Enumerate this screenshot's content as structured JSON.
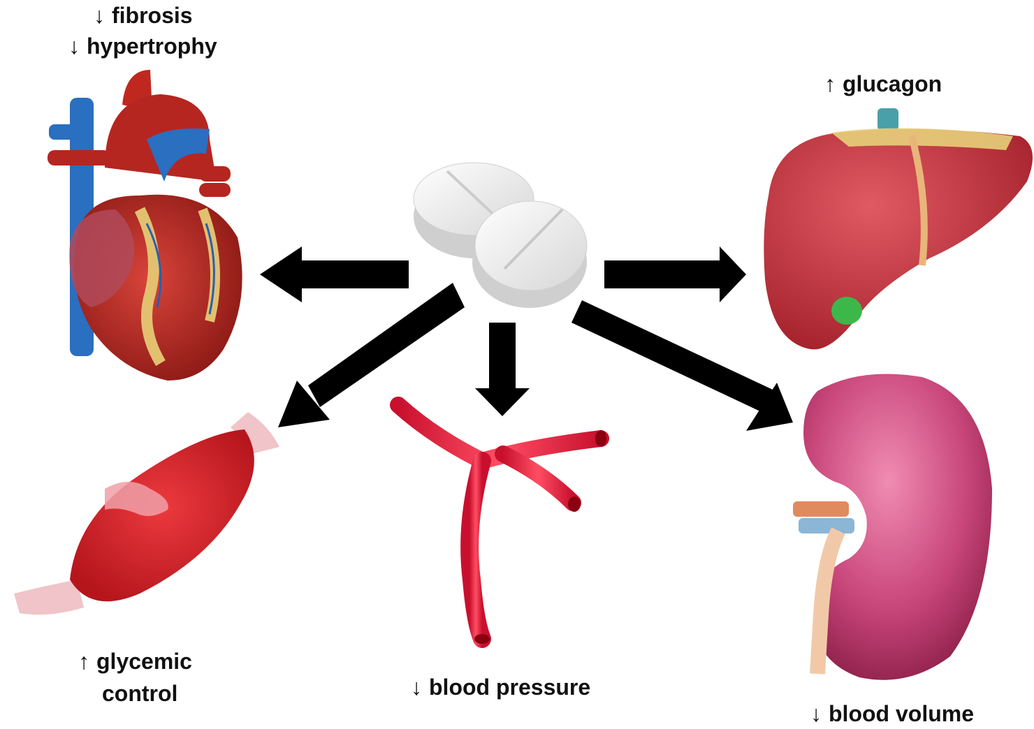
{
  "center": {
    "name": "tablets"
  },
  "effects": {
    "heart": {
      "line1": "fibrosis",
      "line2": "hypertrophy",
      "symbol": "↓",
      "icon": "heart-icon"
    },
    "liver": {
      "line1": "glucagon",
      "symbol": "↑",
      "icon": "liver-icon"
    },
    "muscle": {
      "line1": "glycemic",
      "line2": "control",
      "symbol": "↑",
      "icon": "muscle-icon"
    },
    "vessel": {
      "line1": "blood pressure",
      "symbol": "↓",
      "icon": "blood-vessel-icon"
    },
    "kidney": {
      "line1": "blood volume",
      "symbol": "↓",
      "icon": "kidney-icon"
    }
  },
  "colors": {
    "arrow": "#000000",
    "heart_red": "#b3261e",
    "vein_blue": "#2a6fc0",
    "liver": "#c2363f",
    "kidney": "#c23a6e",
    "muscle": "#d9262c",
    "vessel": "#e8203a",
    "tablet": "#f2f2f2"
  }
}
